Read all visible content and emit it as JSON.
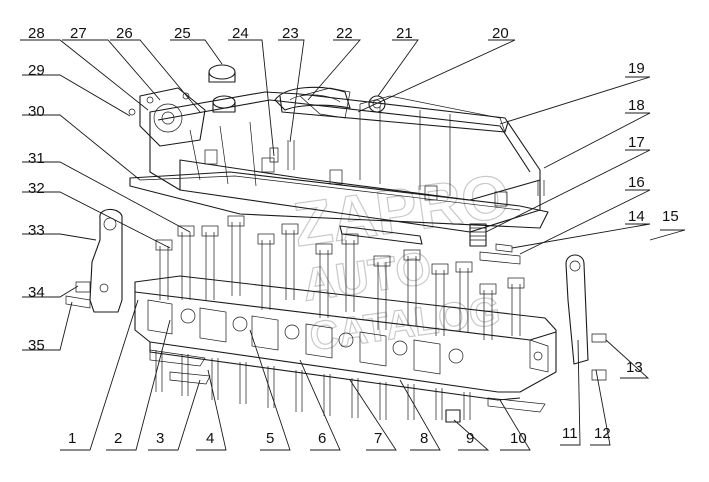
{
  "diagram": {
    "watermark_lines": [
      "ZAPRO",
      "AUTO",
      "CATALOG"
    ],
    "callouts": [
      {
        "id": "1",
        "text": "1"
      },
      {
        "id": "2",
        "text": "2"
      },
      {
        "id": "3",
        "text": "3"
      },
      {
        "id": "4",
        "text": "4"
      },
      {
        "id": "5",
        "text": "5"
      },
      {
        "id": "6",
        "text": "6"
      },
      {
        "id": "7",
        "text": "7"
      },
      {
        "id": "8",
        "text": "8"
      },
      {
        "id": "9",
        "text": "9"
      },
      {
        "id": "10",
        "text": "10"
      },
      {
        "id": "11",
        "text": "11"
      },
      {
        "id": "12",
        "text": "12"
      },
      {
        "id": "13",
        "text": "13"
      },
      {
        "id": "14",
        "text": "14"
      },
      {
        "id": "15",
        "text": "15"
      },
      {
        "id": "16",
        "text": "16"
      },
      {
        "id": "17",
        "text": "17"
      },
      {
        "id": "18",
        "text": "18"
      },
      {
        "id": "19",
        "text": "19"
      },
      {
        "id": "20",
        "text": "20"
      },
      {
        "id": "21",
        "text": "21"
      },
      {
        "id": "22",
        "text": "22"
      },
      {
        "id": "23",
        "text": "23"
      },
      {
        "id": "24",
        "text": "24"
      },
      {
        "id": "25",
        "text": "25"
      },
      {
        "id": "26",
        "text": "26"
      },
      {
        "id": "27",
        "text": "27"
      },
      {
        "id": "28",
        "text": "28"
      },
      {
        "id": "29",
        "text": "29"
      },
      {
        "id": "30",
        "text": "30"
      },
      {
        "id": "31",
        "text": "31"
      },
      {
        "id": "32",
        "text": "32"
      },
      {
        "id": "33",
        "text": "33"
      },
      {
        "id": "34",
        "text": "34"
      },
      {
        "id": "35",
        "text": "35"
      }
    ]
  }
}
